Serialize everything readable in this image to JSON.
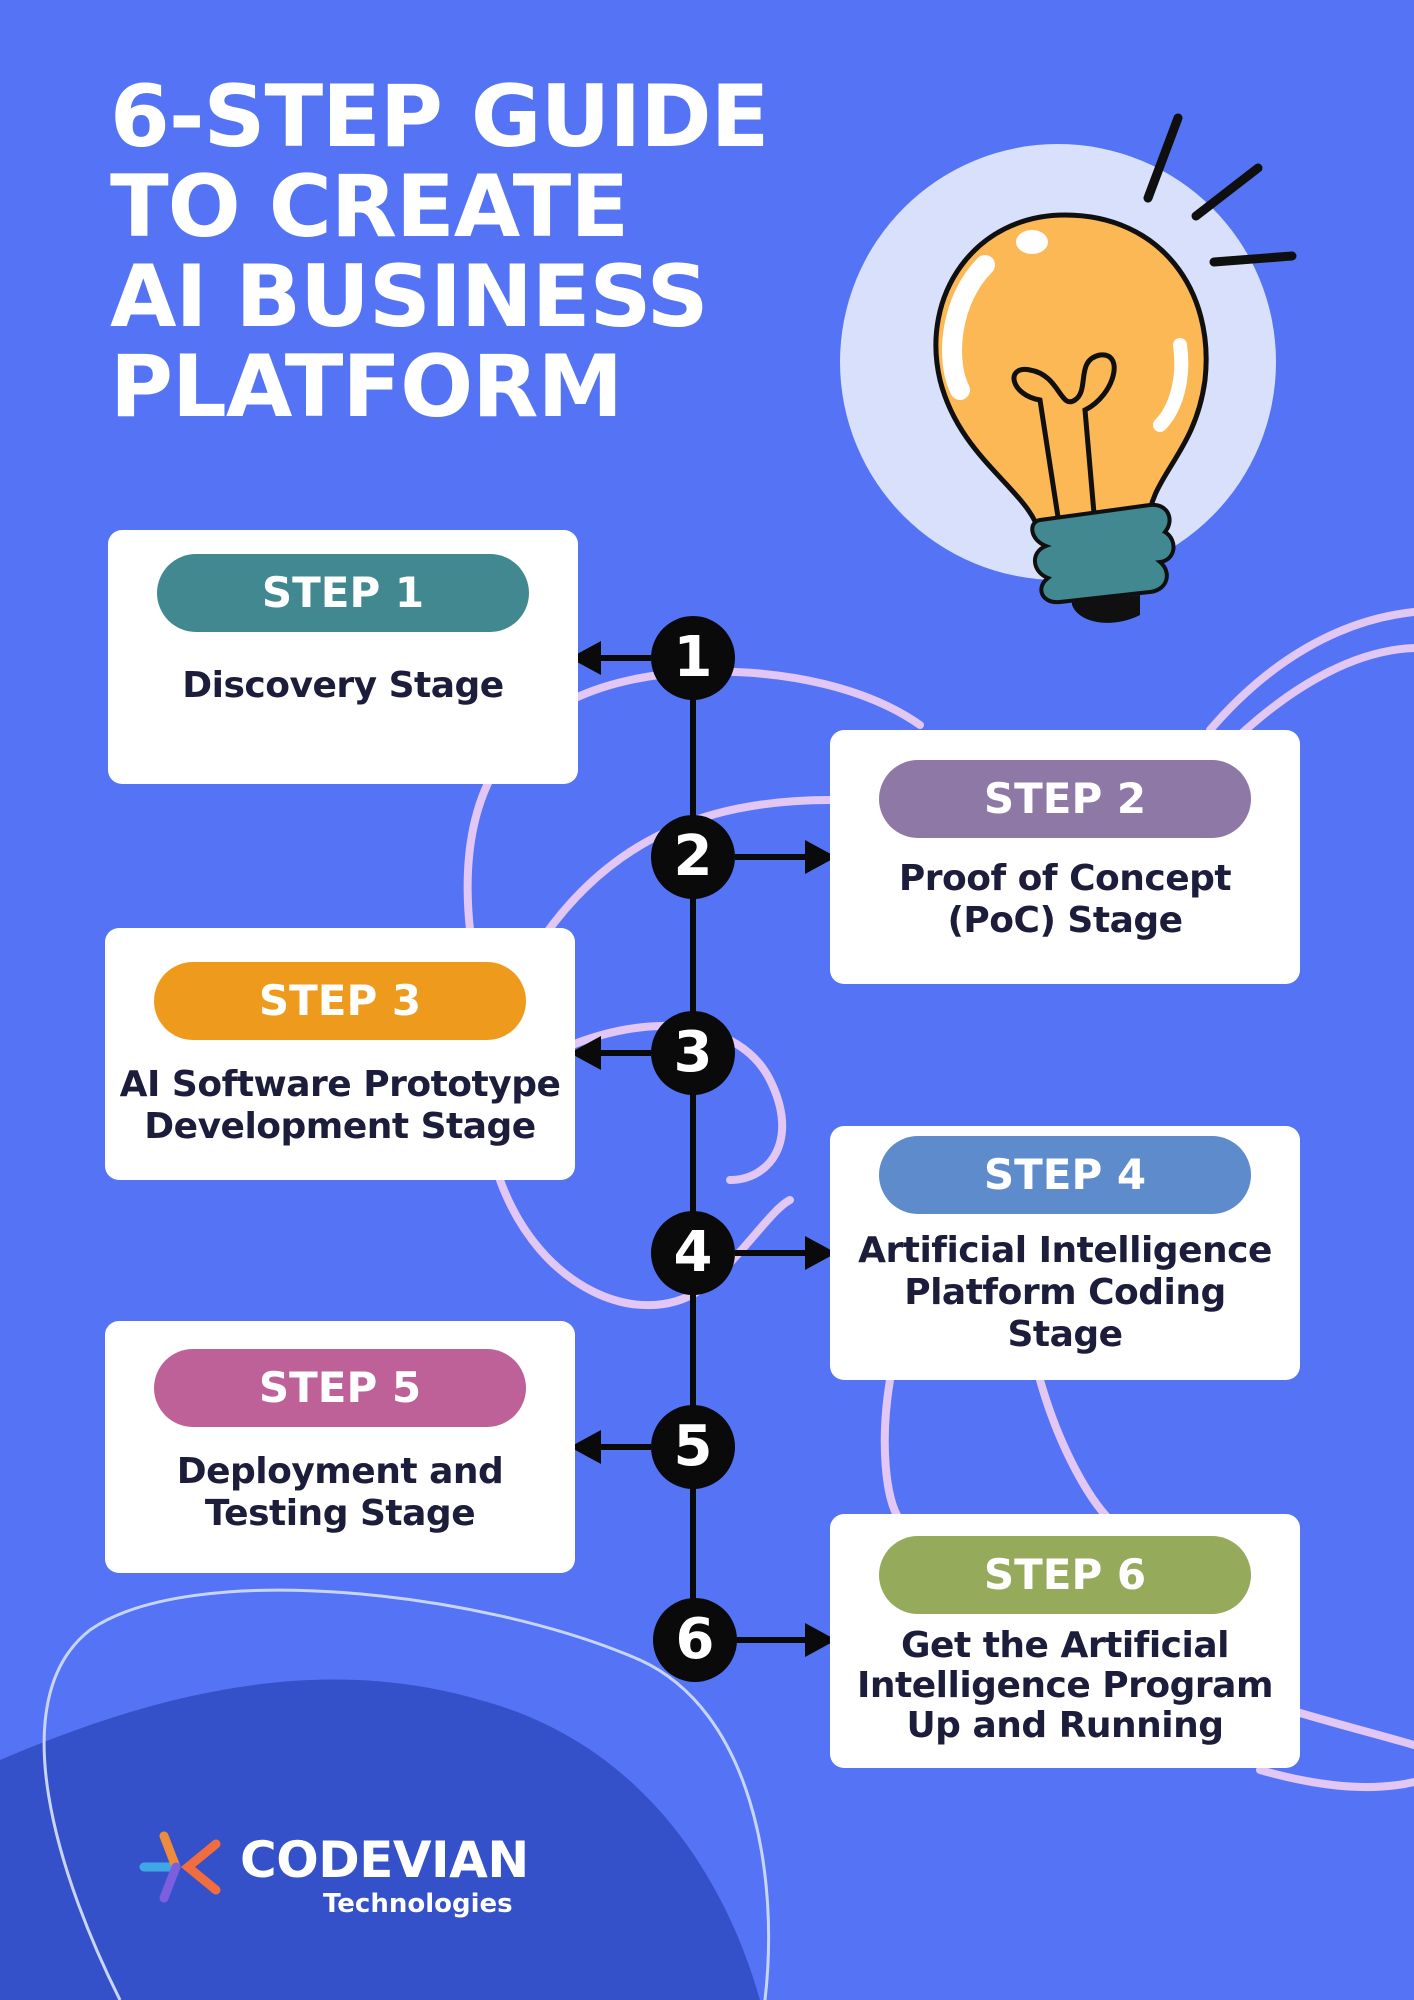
{
  "title": "6-STEP GUIDE\nTO CREATE\nAI BUSINESS\nPLATFORM",
  "steps": [
    {
      "number": "1",
      "label": "STEP 1",
      "text": "Discovery Stage",
      "pill_color": "#428890"
    },
    {
      "number": "2",
      "label": "STEP 2",
      "text": "Proof of Concept\n(PoC) Stage",
      "pill_color": "#8e79a6"
    },
    {
      "number": "3",
      "label": "STEP 3",
      "text": "AI Software Prototype\nDevelopment Stage",
      "pill_color": "#ee9a1c"
    },
    {
      "number": "4",
      "label": "STEP 4",
      "text": "Artificial Intelligence\nPlatform Coding\nStage",
      "pill_color": "#5d8bcc"
    },
    {
      "number": "5",
      "label": "STEP 5",
      "text": "Deployment and\nTesting Stage",
      "pill_color": "#bf6199"
    },
    {
      "number": "6",
      "label": "STEP 6",
      "text": "Get the Artificial\nIntelligence Program\nUp and Running",
      "pill_color": "#96aa5c"
    }
  ],
  "logo": {
    "name": "CODEVIAN",
    "sub": "Technologies"
  },
  "colors": {
    "background": "#5474f5",
    "card": "#ffffff",
    "node": "#0a0a0a",
    "curve": "#e2c6f4"
  },
  "icons": [
    "lightbulb-icon",
    "codevian-logo-icon"
  ]
}
